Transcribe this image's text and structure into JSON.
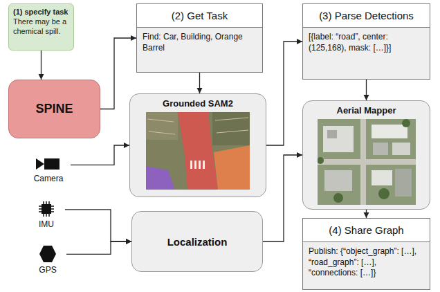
{
  "diagram": {
    "nodes": [
      {
        "text": [
          "(1) specify task",
          "There may be a chemical spill."
        ]
      },
      {
        "text": [
          "SPINE"
        ]
      },
      {
        "text": [
          "(2) Get Task",
          "Find: Car, Building, Orange Barrel"
        ]
      },
      {
        "text": [
          "(3) Parse Detections",
          "[{label: “road”, center: (125,168), mask: […]}]"
        ]
      },
      {
        "text": [
          "Grounded SAM2"
        ]
      },
      {
        "text": [
          "Camera"
        ]
      },
      {
        "text": [
          "Aerial Mapper"
        ]
      },
      {
        "text": [
          "IMU"
        ]
      },
      {
        "text": [
          "Localization"
        ]
      },
      {
        "text": [
          "(4) Share Graph",
          "Publish: {“object_graph”: […], “road_graph”: […], “connections: […]}"
        ]
      },
      {
        "text": [
          "GPS"
        ]
      }
    ],
    "edges": [
      {
        "from": 0,
        "to": 1,
        "arrow": "to"
      },
      {
        "from": 1,
        "to": 2,
        "arrow": "to"
      },
      {
        "from": 2,
        "to": 4,
        "arrow": "to"
      },
      {
        "from": 5,
        "to": 4,
        "arrow": "to"
      },
      {
        "from": 4,
        "to": 3,
        "arrow": "to"
      },
      {
        "from": 3,
        "to": 6,
        "arrow": "to"
      },
      {
        "from": 7,
        "to": 8,
        "arrow": "to"
      },
      {
        "from": 10,
        "to": 8,
        "arrow": "to"
      },
      {
        "from": 8,
        "to": 6,
        "arrow": "to"
      },
      {
        "from": 6,
        "to": 9,
        "arrow": "to"
      }
    ]
  }
}
